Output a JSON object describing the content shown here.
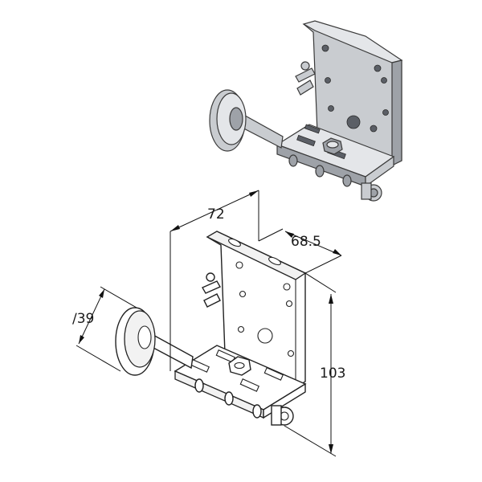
{
  "dimensions": {
    "width": "72",
    "depth": "68.5",
    "diameter": "∕39",
    "height": "103"
  },
  "colors": {
    "steel": "#c9ccd0",
    "line": "#111111",
    "background": "#ffffff"
  }
}
